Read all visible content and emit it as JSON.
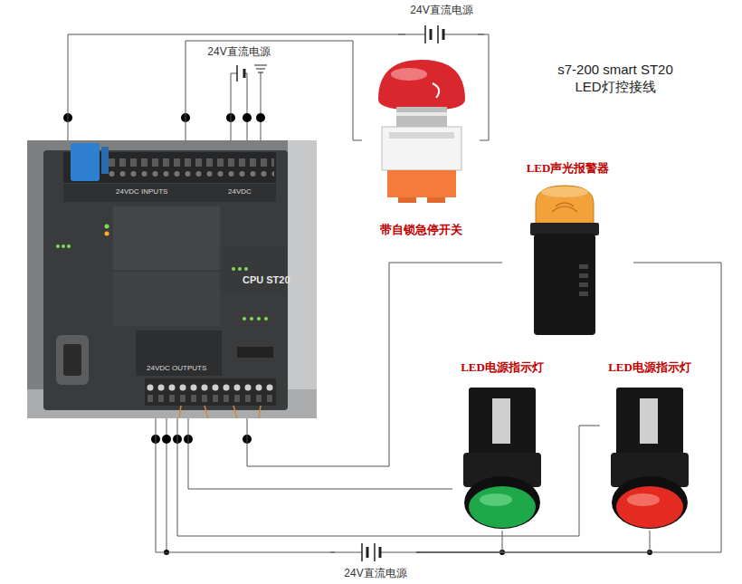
{
  "diagram": {
    "title": "s7-200 smart ST20 LED灯控接线",
    "nodes": [
      {
        "text": [
          "24V直流电源"
        ]
      },
      {
        "text": [
          "24V直流电源"
        ]
      },
      {
        "text": [
          "CPU ST20"
        ]
      },
      {
        "text": [
          "带自锁急停开关"
        ]
      },
      {
        "text": [
          "LED声光报警器"
        ]
      },
      {
        "text": [
          "LED电源指示灯"
        ]
      },
      {
        "text": [
          "LED电源指示灯"
        ]
      },
      {
        "text": [
          "24V直流电源"
        ]
      }
    ],
    "edges": [
      {
        "from": 2,
        "to": 0,
        "arrow": "none"
      },
      {
        "from": 0,
        "to": 3,
        "arrow": "none"
      },
      {
        "from": 3,
        "to": 2,
        "arrow": "none"
      },
      {
        "from": 1,
        "to": 2,
        "arrow": "none"
      },
      {
        "from": 2,
        "to": 4,
        "arrow": "none"
      },
      {
        "from": 4,
        "to": 7,
        "arrow": "none"
      },
      {
        "from": 2,
        "to": 5,
        "arrow": "none"
      },
      {
        "from": 2,
        "to": 6,
        "arrow": "none"
      },
      {
        "from": 2,
        "to": 7,
        "arrow": "none"
      },
      {
        "from": 5,
        "to": 7,
        "arrow": "none"
      },
      {
        "from": 6,
        "to": 7,
        "arrow": "none"
      }
    ],
    "labels": [
      "24VDC INPUTS",
      "24VDC",
      "24VDC OUTPUTS"
    ]
  }
}
